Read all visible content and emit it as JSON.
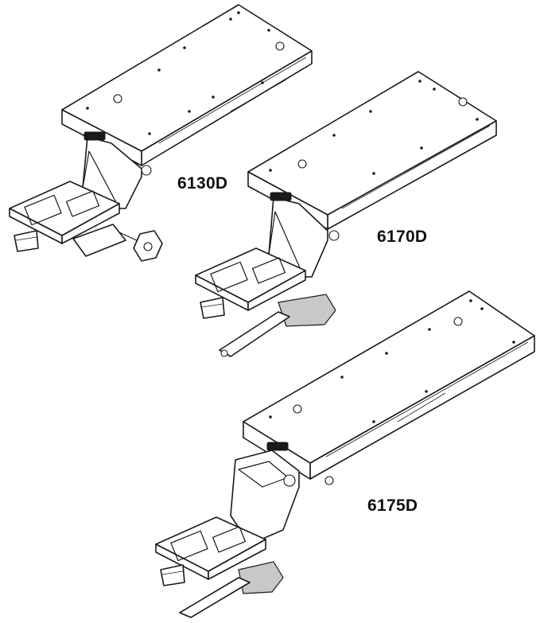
{
  "mechanisms": [
    {
      "model": "6130D"
    },
    {
      "model": "6170D"
    },
    {
      "model": "6175D"
    }
  ],
  "colors": {
    "line": "#1a1a1a",
    "background": "#ffffff",
    "shade": "#c8c8c8"
  }
}
